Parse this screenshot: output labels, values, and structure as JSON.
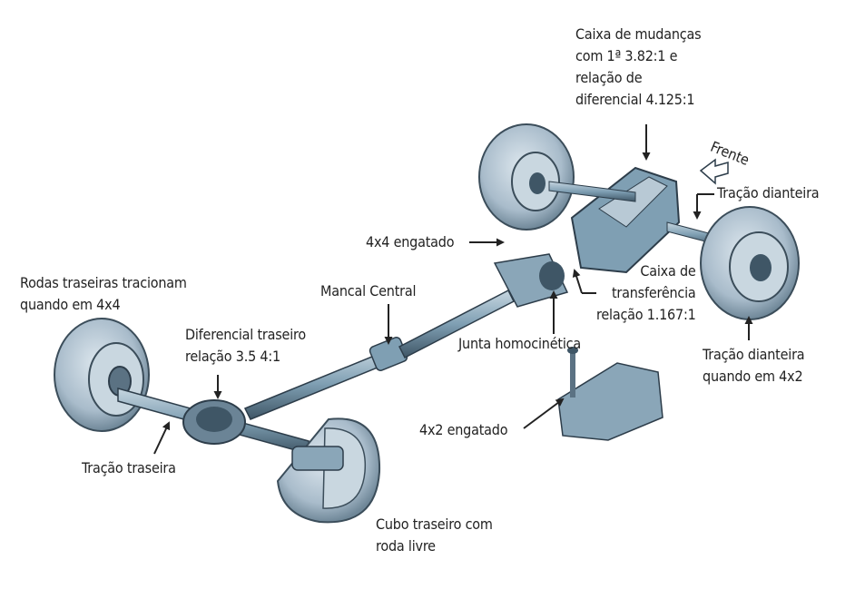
{
  "labels": {
    "gearbox": [
      "Caixa de mudanças",
      "com 1ª 3.82:1 e",
      "relação de",
      "diferencial 4.125:1"
    ],
    "front_dir": "Frente",
    "front_drive": "Tração dianteira",
    "engaged_4x4": "4x4 engatado",
    "transfer_case": [
      "Caixa de",
      "transferência",
      "relação 1.167:1"
    ],
    "rear_wheels": [
      "Rodas traseiras tracionam",
      "quando em 4x4"
    ],
    "center_bearing": "Mancal Central",
    "cv_joint": "Junta homocinética",
    "rear_diff": [
      "Diferencial traseiro",
      "relação 3.5 4:1"
    ],
    "front_drive_4x2": [
      "Tração dianteira",
      "quando em 4x2"
    ],
    "engaged_4x2": "4x2 engatado",
    "rear_drive": "Tração traseira",
    "rear_hub": [
      "Cubo traseiro com",
      "roda livre"
    ]
  },
  "colors": {
    "text": "#222222",
    "steel": "#7f9fb3",
    "tire": "#a9bccb",
    "dark": "#2d3d4a",
    "bg": "#ffffff"
  }
}
